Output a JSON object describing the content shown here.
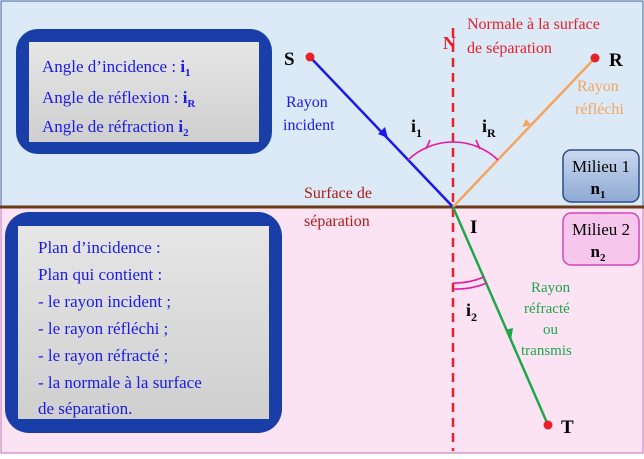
{
  "info_top": {
    "line1_text": "Angle d’incidence : ",
    "line1_sym": "i",
    "line1_sub": "1",
    "line2_text": "Angle de réflexion : ",
    "line2_sym": "i",
    "line2_sub": "R",
    "line3_text": "Angle de réfraction ",
    "line3_sym": "i",
    "line3_sub": "2"
  },
  "info_bottom": {
    "lines": [
      "Plan d’incidence :",
      "Plan qui contient :",
      "- le rayon incident ;",
      "- le rayon réfléchi ;",
      "- le rayon réfracté ;",
      "- la normale à la surface",
      "de séparation."
    ]
  },
  "points": {
    "S": "S",
    "R": "R",
    "T": "T",
    "I": "I",
    "N": "N"
  },
  "labels": {
    "normale_line1": "Normale à la surface",
    "normale_line2": "de séparation",
    "incident_line1": "Rayon",
    "incident_line2": "incident",
    "reflechi_line1": "Rayon",
    "reflechi_line2": "réfléchi",
    "refracte_line1": "Rayon",
    "refracte_line2": "réfracté",
    "refracte_line3": "ou",
    "refracte_line4": "transmis",
    "surface_line1": "Surface de",
    "surface_line2": "séparation",
    "angle_i1_sym": "i",
    "angle_i1_sub": "1",
    "angle_iR_sym": "i",
    "angle_iR_sub": "R",
    "angle_i2_sym": "i",
    "angle_i2_sub": "2"
  },
  "media": {
    "milieu1_label": "Milieu 1",
    "milieu1_sym": "n",
    "milieu1_sub": "1",
    "milieu2_label": "Milieu 2",
    "milieu2_sym": "n",
    "milieu2_sub": "2"
  },
  "colors": {
    "medium1_bg": "#dbeaf6",
    "medium2_bg": "#fbe3f4",
    "interface": "#6b3a17",
    "normal": "#e8202a",
    "incident": "#1a1ae6",
    "reflected": "#f4a460",
    "refracted": "#1ea64a",
    "angle_arc": "#e5189f",
    "box_border": "#1a3ea8",
    "box_fill": "#d9d9d9"
  }
}
